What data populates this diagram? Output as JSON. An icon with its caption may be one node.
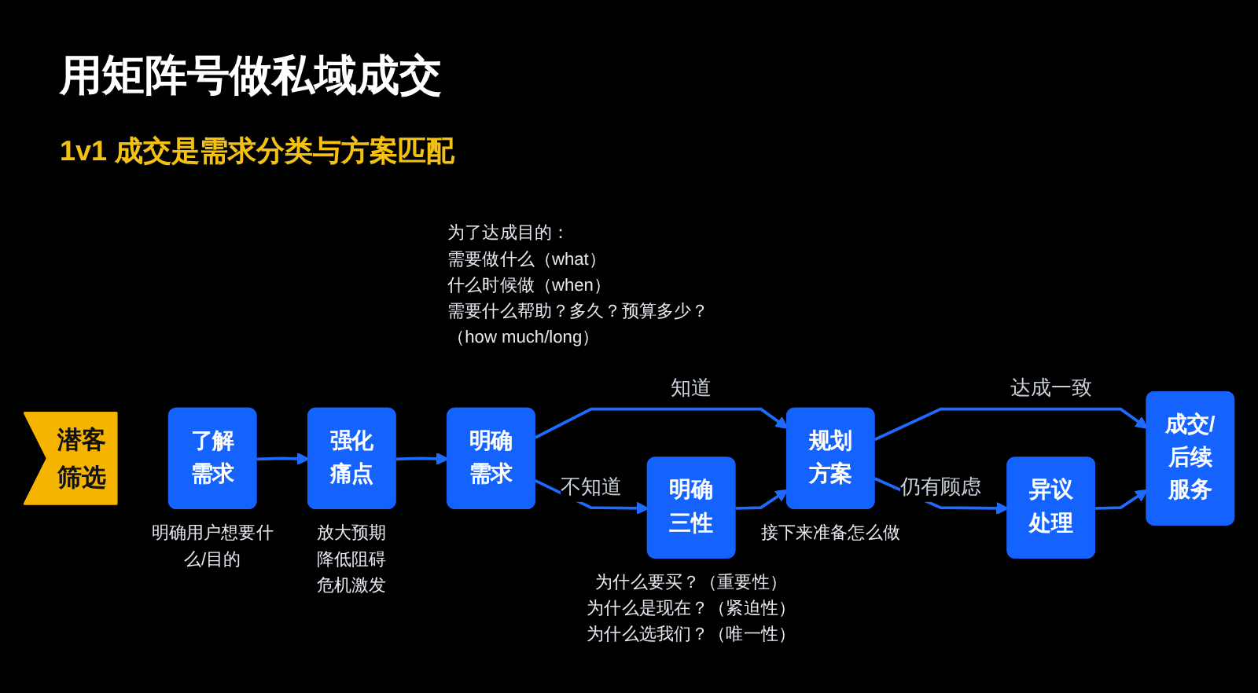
{
  "diagram": {
    "title": "用矩阵号做私域成交",
    "nodes": [
      {
        "text": [
          "潜客筛选"
        ]
      },
      {
        "text": [
          "了解需求"
        ],
        "beside": [
          "明确用户想要什么/目的"
        ]
      },
      {
        "text": [
          "强化痛点"
        ],
        "beside": [
          "放大预期",
          "降低阻碍",
          "危机激发"
        ]
      },
      {
        "text": [
          "明确需求"
        ],
        "beside": [
          "为了达成目的：",
          "需要做什么（what）",
          "什么时候做（when）",
          "需要什么帮助？多久？预算多少？（how much/long）"
        ]
      },
      {
        "text": [
          "明确三性"
        ],
        "beside": [
          "为什么要买？（重要性）",
          "为什么是现在？（紧迫性）",
          "为什么选我们？（唯一性）"
        ]
      },
      {
        "text": [
          "规划方案"
        ],
        "beside": [
          "接下来准备怎么做"
        ]
      },
      {
        "text": [
          "异议处理"
        ]
      },
      {
        "text": [
          "成交/后续服务"
        ]
      }
    ],
    "edges": [
      {
        "from": 1,
        "to": 2,
        "arrow": "to"
      },
      {
        "from": 2,
        "to": 3,
        "arrow": "to"
      },
      {
        "from": 3,
        "to": 5,
        "arrow": "to",
        "label": "知道"
      },
      {
        "from": 3,
        "to": 4,
        "arrow": "to",
        "label": "不知道"
      },
      {
        "from": 4,
        "to": 5,
        "arrow": "to"
      },
      {
        "from": 5,
        "to": 7,
        "arrow": "to",
        "label": "达成一致"
      },
      {
        "from": 5,
        "to": 6,
        "arrow": "to",
        "label": "仍有顾虑"
      },
      {
        "from": 6,
        "to": 7,
        "arrow": "to"
      }
    ],
    "labels": [
      "1v1 成交是需求分类与方案匹配"
    ]
  }
}
